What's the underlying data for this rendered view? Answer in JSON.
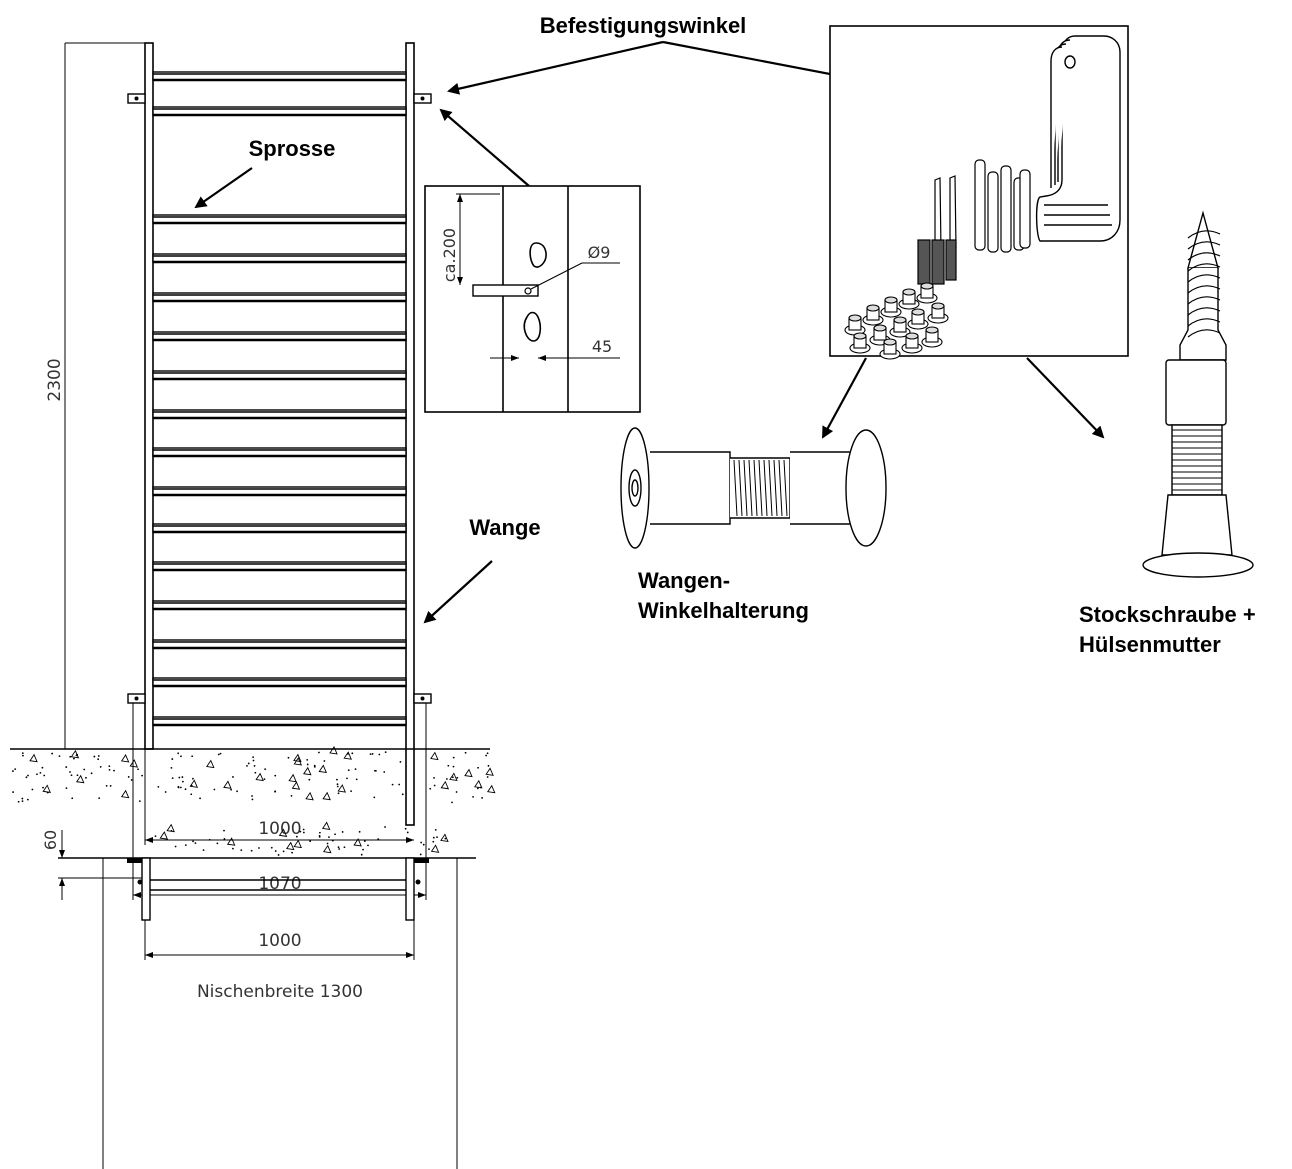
{
  "labels": {
    "befestigungswinkel": "Befestigungswinkel",
    "sprosse": "Sprosse",
    "wange": "Wange",
    "wangen_line1": "Wangen-",
    "wangen_line2": "Winkelhalterung",
    "stock_line1": "Stockschraube +",
    "stock_line2": "Hülsenmutter"
  },
  "dimensions": {
    "height": "2300",
    "inner_width": "1000",
    "outer_width": "1070",
    "detail_distance": "ca.200",
    "hole_diameter": "Ø9",
    "offset": "45",
    "wall_offset": "60",
    "top_view_width": "1000",
    "niche_width": "Nischenbreite 1300"
  }
}
